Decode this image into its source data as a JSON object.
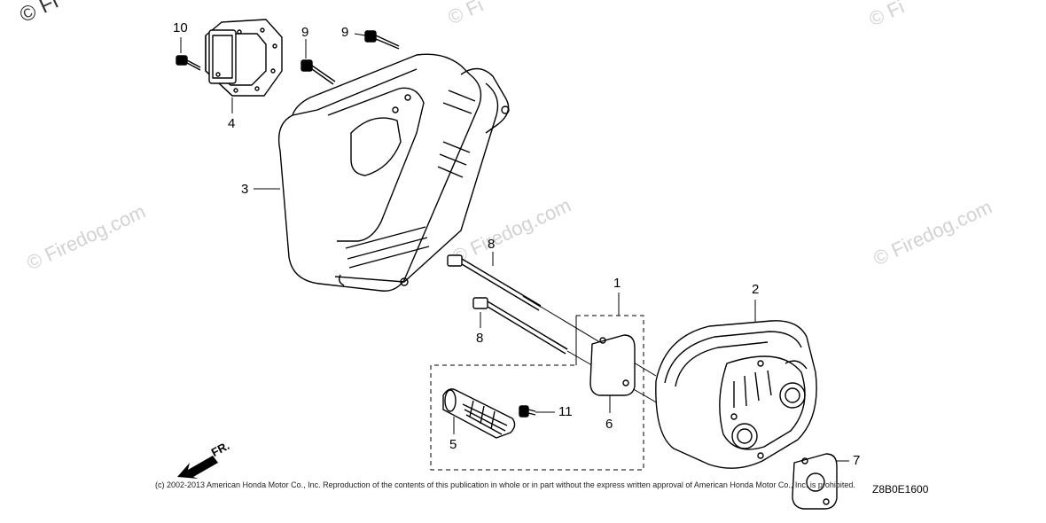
{
  "watermarks": {
    "w1": "© Fi",
    "w2": "© Fi",
    "w3": "© Fi",
    "w4": "© Firedog.com",
    "w5": "© Firedog.com",
    "w6": "© Firedog.com"
  },
  "callouts": {
    "c1": "1",
    "c2": "2",
    "c3": "3",
    "c4": "4",
    "c5": "5",
    "c6": "6",
    "c7": "7",
    "c8a": "8",
    "c8b": "8",
    "c9a": "9",
    "c9b": "9",
    "c10": "10",
    "c11": "11"
  },
  "front_indicator": "FR.",
  "copyright": "(c) 2002-2013 American Honda Motor Co., Inc. Reproduction of the contents of this publication in whole or in part without the express written approval of American Honda Motor Co., Inc. is prohibited.",
  "diagram_code": "Z8B0E1600"
}
